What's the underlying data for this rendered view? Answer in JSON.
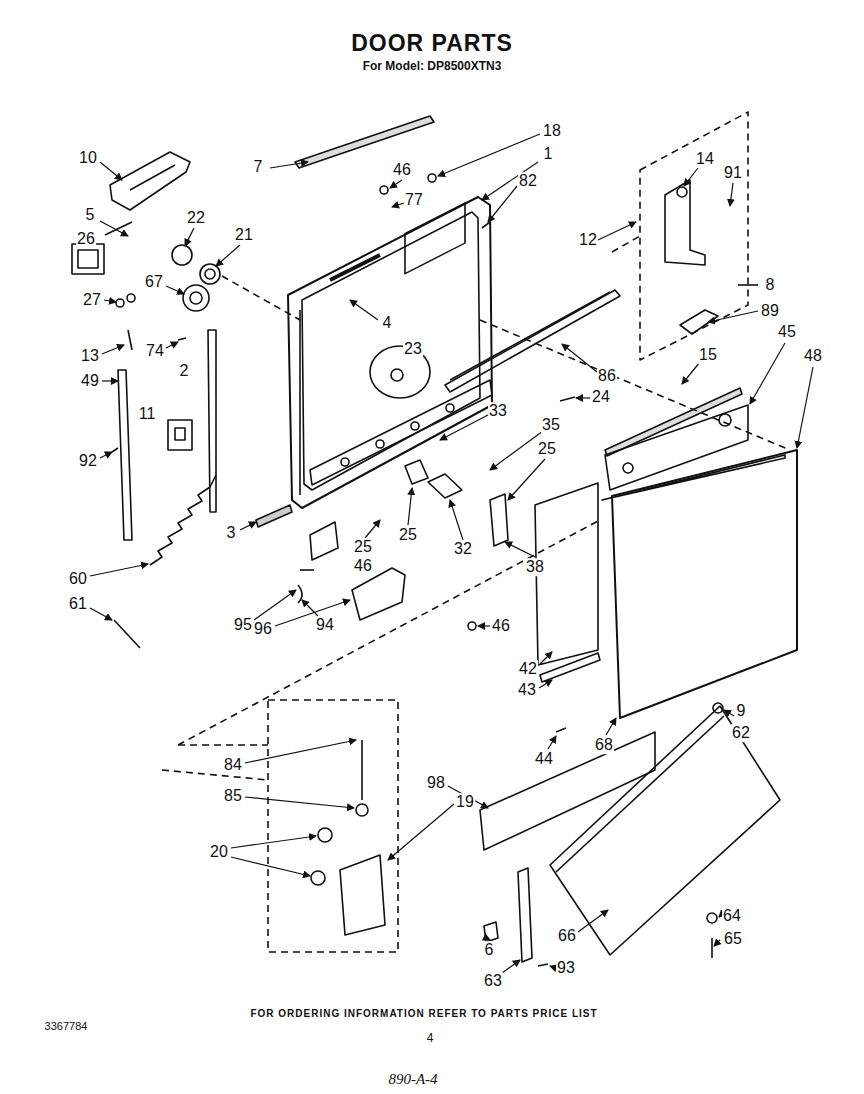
{
  "diagram": {
    "title": "DOOR PARTS",
    "labels": [
      "For Model: DP8500XTN3",
      "18",
      "10",
      "1",
      "7",
      "46",
      "14",
      "91",
      "82",
      "77",
      "5",
      "22",
      "21",
      "26",
      "12",
      "67",
      "8",
      "27",
      "89",
      "4",
      "45",
      "23",
      "13",
      "74",
      "15",
      "48",
      "2",
      "86",
      "49",
      "24",
      "33",
      "11",
      "35",
      "25",
      "92",
      "3",
      "25",
      "25",
      "32",
      "46",
      "38",
      "60",
      "61",
      "95",
      "94",
      "96",
      "46",
      "42",
      "43",
      "9",
      "62",
      "68",
      "44",
      "84",
      "98",
      "85",
      "19",
      "20",
      "64",
      "66",
      "65",
      "6",
      "93",
      "63",
      "FOR ORDERING INFORMATION REFER TO PARTS PRICE LIST",
      "3367784",
      "4",
      "890-A-4"
    ]
  }
}
